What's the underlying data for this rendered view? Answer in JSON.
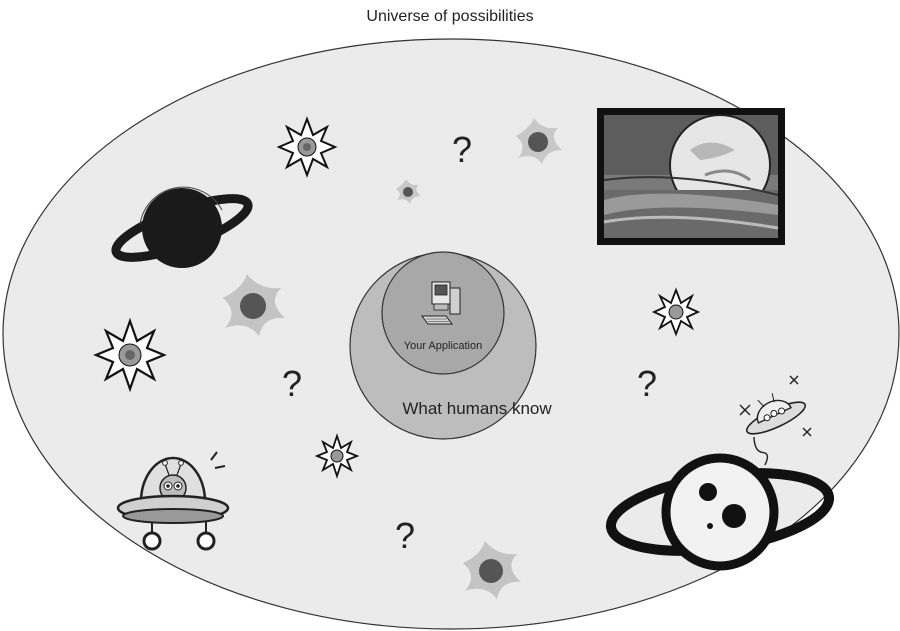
{
  "title": "Universe of possibilities",
  "inner_circle_label": "Your Application",
  "middle_circle_label": "What humans know",
  "question_mark": "?",
  "icons": {
    "computer": "computer-icon",
    "planet": "planet-icon",
    "star": "star-burst-icon",
    "nebula": "nebula-icon",
    "moon_landscape": "moon-landscape-picture",
    "alien_ufo": "alien-saucer-icon",
    "spaceship": "spaceship-icon"
  },
  "colors": {
    "universe_fill": "#ebebeb",
    "middle_fill": "#bdbdbd",
    "inner_fill": "#a8a8a8",
    "stroke": "#333333"
  }
}
